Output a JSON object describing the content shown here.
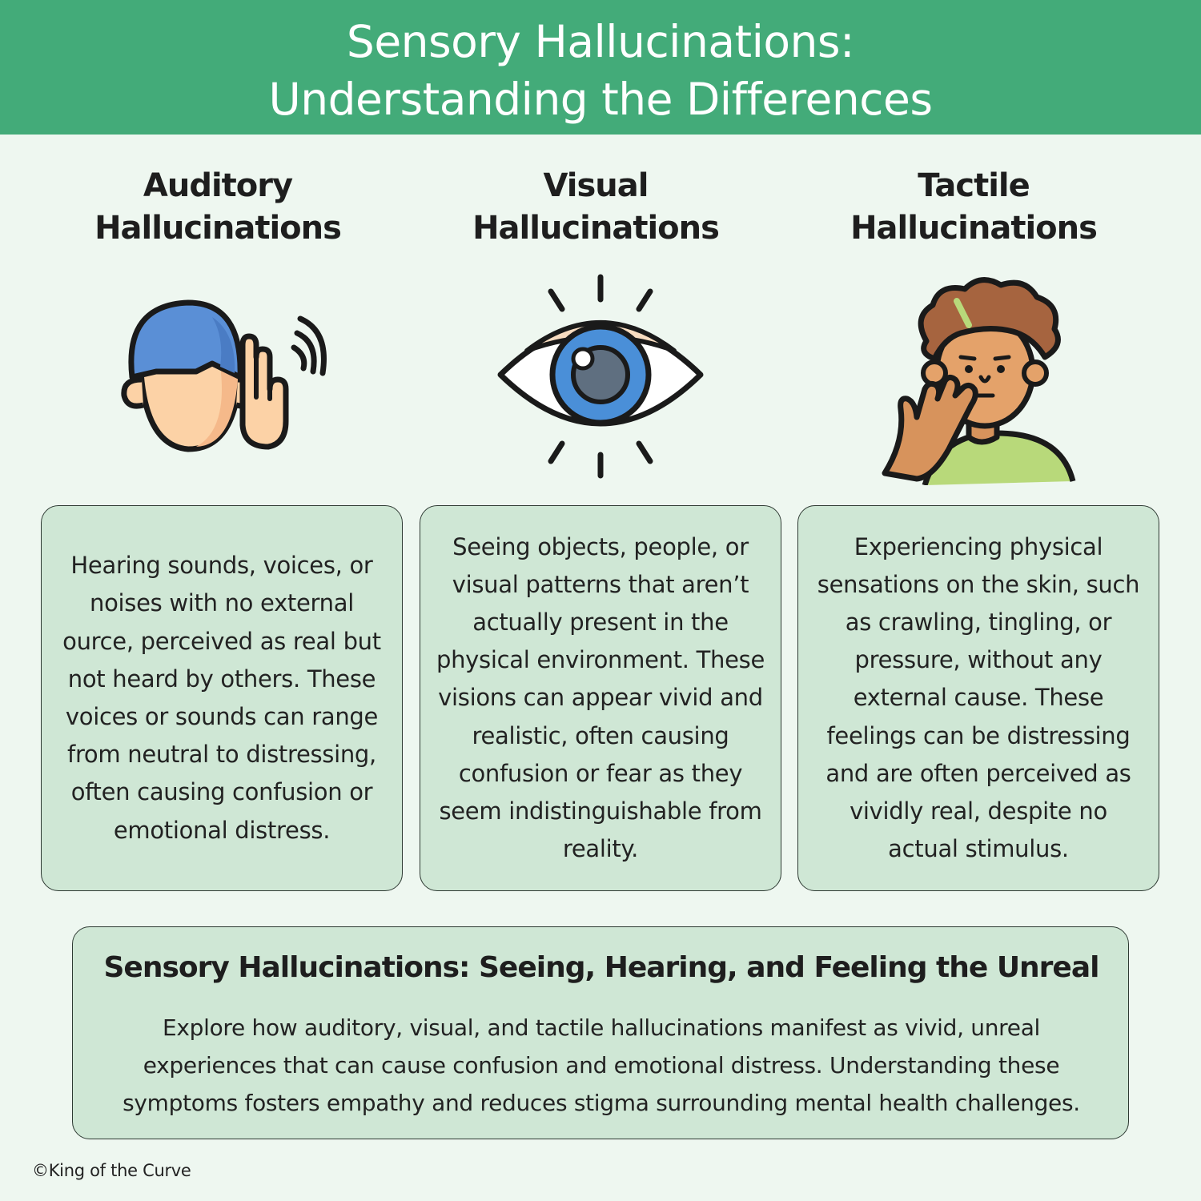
{
  "header": {
    "title_line1": "Sensory Hallucinations:",
    "title_line2": "Understanding the Differences"
  },
  "columns": [
    {
      "title_line1": "Auditory",
      "title_line2": "Hallucinations",
      "icon": "ear-listening-icon",
      "description": "Hearing sounds, voices, or noises with no external ource, perceived as real but not heard by others. These voices or sounds can range from neutral to distressing, often causing confusion or emotional distress."
    },
    {
      "title_line1": "Visual",
      "title_line2": "Hallucinations",
      "icon": "eye-icon",
      "description": "Seeing objects, people, or visual patterns that aren’t actually present in the physical environment. These visions can appear vivid and realistic, often causing confusion or fear as they seem indistinguishable from reality."
    },
    {
      "title_line1": "Tactile",
      "title_line2": "Hallucinations",
      "icon": "person-touching-face-icon",
      "description": "Experiencing physical sensations on the skin, such as crawling, tingling, or pressure, without any external cause. These feelings can be distressing and are often perceived as vividly real, despite no actual stimulus."
    }
  ],
  "summary": {
    "title": "Sensory Hallucinations: Seeing, Hearing, and Feeling the Unreal",
    "body_line1": "Explore how auditory, visual, and tactile hallucinations manifest as vivid, unreal",
    "body_line2": "experiences that can cause confusion and emotional distress. Understanding these",
    "body_line3": "symptoms fosters empathy and reduces stigma surrounding mental health challenges."
  },
  "copyright": "©King of the Curve",
  "colors": {
    "header_bg": "#43ab79",
    "page_bg": "#eef7f0",
    "card_bg": "#cfe7d5"
  }
}
